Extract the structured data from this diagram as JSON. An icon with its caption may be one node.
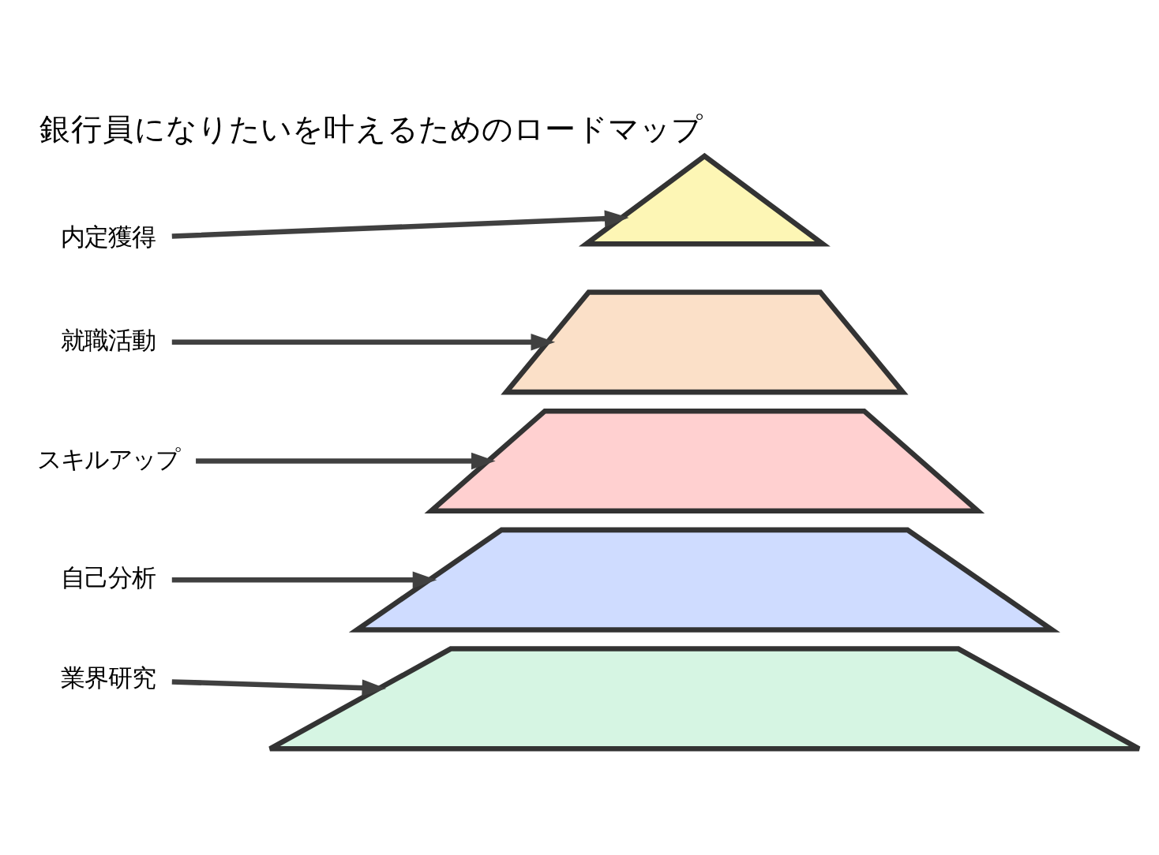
{
  "diagram": {
    "title": "銀行員になりたいを叶えるためのロードマップ",
    "nodes": [
      {
        "text": [
          "内定獲得"
        ]
      },
      {
        "text": [],
        "shape": "triangle"
      },
      {
        "text": [
          "就職活動"
        ]
      },
      {
        "text": [],
        "shape": "trapezoid"
      },
      {
        "text": [
          "スキルアップ"
        ]
      },
      {
        "text": [],
        "shape": "trapezoid"
      },
      {
        "text": [
          "自己分析"
        ]
      },
      {
        "text": [],
        "shape": "trapezoid"
      },
      {
        "text": [
          "業界研究"
        ]
      },
      {
        "text": [],
        "shape": "trapezoid"
      }
    ],
    "edges": [
      {
        "from": 0,
        "to": 1,
        "arrow": "to"
      },
      {
        "from": 2,
        "to": 3,
        "arrow": "to"
      },
      {
        "from": 4,
        "to": 5,
        "arrow": "to"
      },
      {
        "from": 6,
        "to": 7,
        "arrow": "to"
      },
      {
        "from": 8,
        "to": 9,
        "arrow": "to"
      }
    ]
  }
}
